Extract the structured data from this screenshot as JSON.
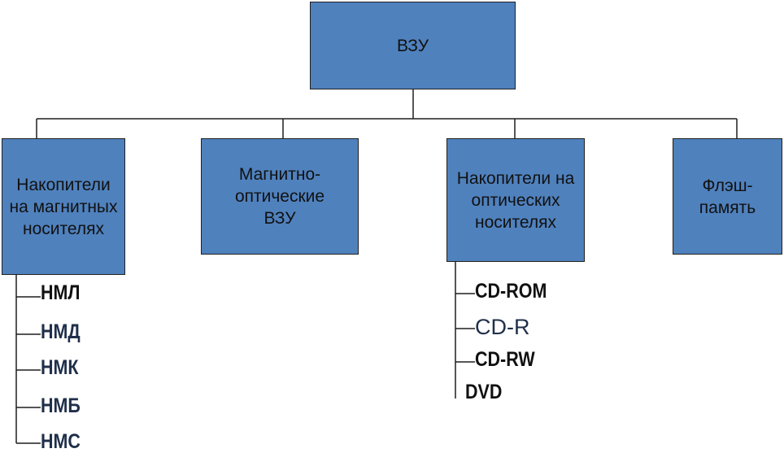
{
  "root": {
    "label": "ВЗУ"
  },
  "categories": [
    {
      "label": "Накопители на магнитных носителях"
    },
    {
      "label": "Магнитно-оптические ВЗУ"
    },
    {
      "label": "Накопители на оптических носителях"
    },
    {
      "label": "Флэш-память"
    }
  ],
  "magnetic_items": [
    "НМЛ",
    "НМД",
    "НМК",
    "НМБ",
    "НМС"
  ],
  "optical_items": [
    "CD-ROM",
    "CD-R",
    "CD-RW",
    "DVD"
  ],
  "colors": {
    "box_fill": "#4f81bd",
    "box_border": "#1f1f1f",
    "line": "#1f1f1f",
    "text": "#111111"
  }
}
